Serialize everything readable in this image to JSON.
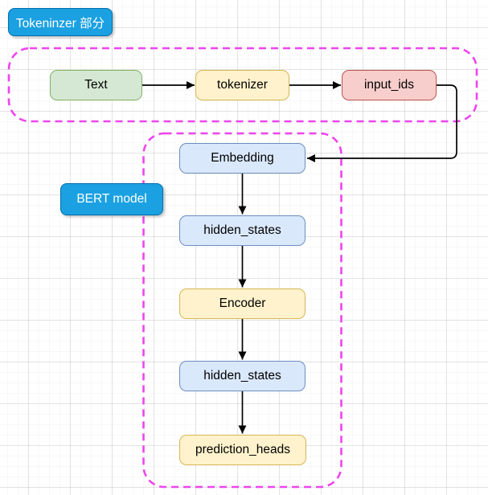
{
  "diagram": {
    "section_labels": {
      "tokenizer": "Tokeninzer 部分",
      "bert": "BERT model"
    },
    "nodes": {
      "text": {
        "label": "Text",
        "fill": "#d5e8d4",
        "stroke": "#82b366"
      },
      "tokenizer": {
        "label": "tokenizer",
        "fill": "#fff2cc",
        "stroke": "#d6b656"
      },
      "input_ids": {
        "label": "input_ids",
        "fill": "#f8cecc",
        "stroke": "#b85450"
      },
      "embedding": {
        "label": "Embedding",
        "fill": "#dae8fc",
        "stroke": "#6c8ebf"
      },
      "hidden_states_1": {
        "label": "hidden_states",
        "fill": "#dae8fc",
        "stroke": "#6c8ebf"
      },
      "encoder": {
        "label": "Encoder",
        "fill": "#fff2cc",
        "stroke": "#d6b656"
      },
      "hidden_states_2": {
        "label": "hidden_states",
        "fill": "#dae8fc",
        "stroke": "#6c8ebf"
      },
      "prediction_heads": {
        "label": "prediction_heads",
        "fill": "#fff2cc",
        "stroke": "#d6b656"
      }
    },
    "edges": [
      {
        "from": "Text",
        "to": "tokenizer"
      },
      {
        "from": "tokenizer",
        "to": "input_ids"
      },
      {
        "from": "input_ids",
        "to": "Embedding"
      },
      {
        "from": "Embedding",
        "to": "hidden_states"
      },
      {
        "from": "hidden_states",
        "to": "Encoder"
      },
      {
        "from": "Encoder",
        "to": "hidden_states"
      },
      {
        "from": "hidden_states",
        "to": "prediction_heads"
      }
    ],
    "colors": {
      "chip_fill": "#1ba1e2",
      "chip_border": "#006eaf",
      "chip_text": "#ffffff",
      "container_border": "#ee44ee",
      "arrow": "#000000",
      "grid_minor": "#f7f7f7",
      "grid_major": "#e8e8e8"
    }
  }
}
